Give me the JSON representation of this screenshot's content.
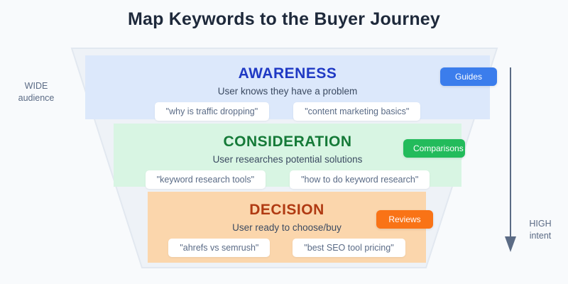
{
  "header": {
    "title": "Map Keywords to the Buyer Journey"
  },
  "side_labels": {
    "top": "WIDE\naudience",
    "bottom": "HIGH\nintent",
    "arrow_icon": "arrow-down-icon"
  },
  "colors": {
    "background": "#f8fafc",
    "title": "#1e293b",
    "funnel_outline": "#e2e8f0",
    "funnel_fill": "#eef2f7",
    "awareness_band": "#dce8fb",
    "awareness_text": "#1f39c4",
    "awareness_badge": "#3b7dec",
    "consideration_band": "#d8f5e3",
    "consideration_text": "#157a38",
    "consideration_badge": "#22bb5b",
    "decision_band": "#fbd6ac",
    "decision_text": "#b03a12",
    "decision_badge": "#f97316",
    "chip_background": "#ffffff",
    "chip_text": "#5a6b86",
    "side_label_text": "#5b6b85",
    "arrow": "#5b6b85"
  },
  "funnel": {
    "stages": [
      {
        "id": "awareness",
        "name": "AWARENESS",
        "description": "User knows they have a problem",
        "badge": "Guides",
        "keywords": [
          "\"why is traffic dropping\"",
          "\"content marketing basics\""
        ]
      },
      {
        "id": "consideration",
        "name": "CONSIDERATION",
        "description": "User researches potential solutions",
        "badge": "Comparisons",
        "keywords": [
          "\"keyword research tools\"",
          "\"how to do keyword research\""
        ]
      },
      {
        "id": "decision",
        "name": "DECISION",
        "description": "User ready to choose/buy",
        "badge": "Reviews",
        "keywords": [
          "\"ahrefs vs semrush\"",
          "\"best SEO tool pricing\""
        ]
      }
    ]
  }
}
